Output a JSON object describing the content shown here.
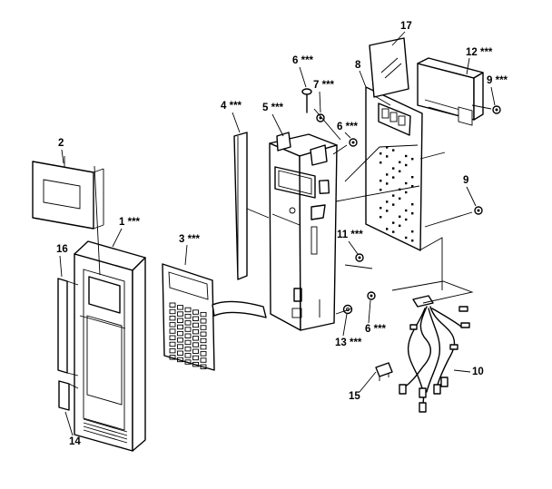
{
  "callouts": {
    "c1": "1 ***",
    "c2": "2",
    "c3": "3 ***",
    "c4": "4 ***",
    "c5": "5 ***",
    "c6a": "6 ***",
    "c6b": "6 ***",
    "c6c": "6 ***",
    "c7": "7 ***",
    "c8": "8",
    "c9a": "9 ***",
    "c9b": "9",
    "c10": "10",
    "c11": "11 ***",
    "c12": "12 ***",
    "c13": "13 ***",
    "c14": "14",
    "c15": "15",
    "c16": "16",
    "c17": "17"
  },
  "colors": {
    "line": "#000000",
    "background": "#ffffff"
  }
}
